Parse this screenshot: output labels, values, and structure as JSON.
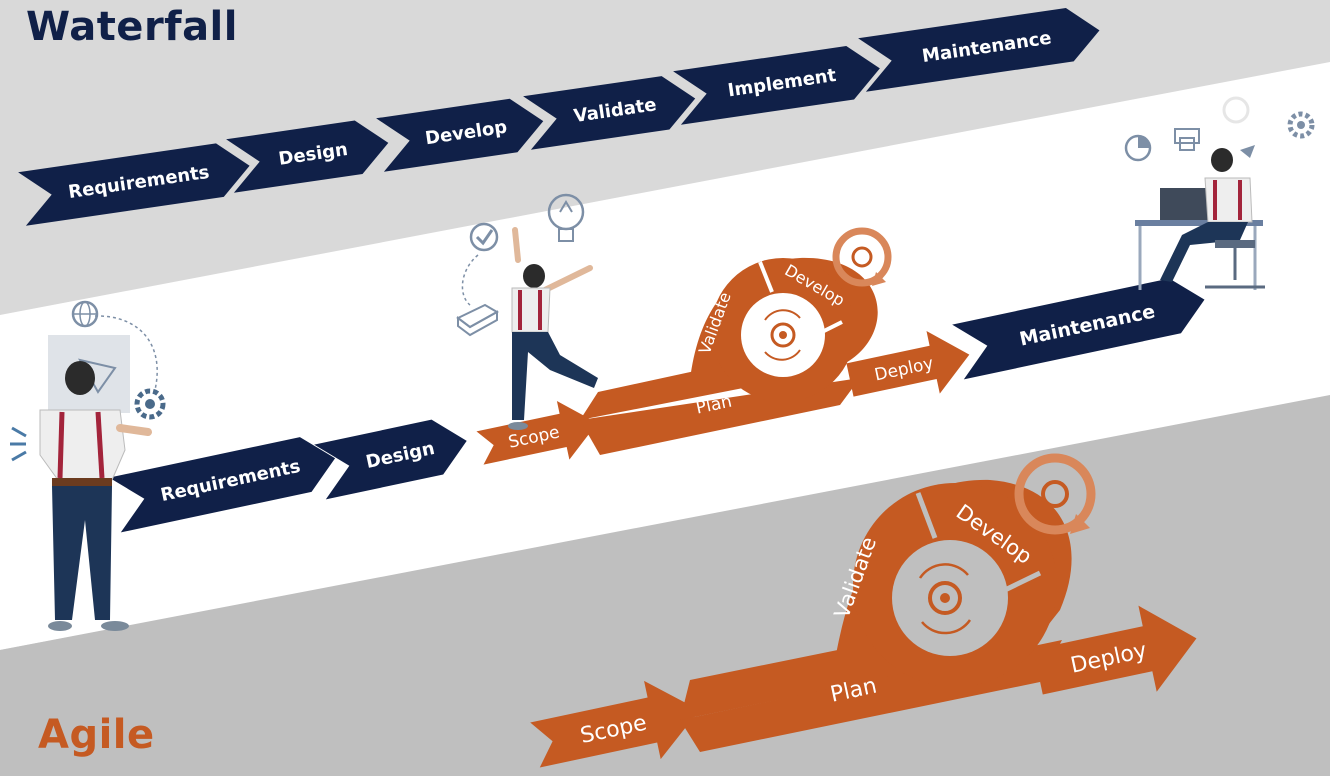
{
  "colors": {
    "navy": "#102048",
    "orange": "#c55a22",
    "orange_light": "#d9875a",
    "band_light": "#d9d9d9",
    "band_white": "#ffffff",
    "band_grey": "#bfbfbf"
  },
  "titles": {
    "waterfall": "Waterfall",
    "agile": "Agile"
  },
  "waterfall_top": {
    "steps": [
      "Requirements",
      "Design",
      "Develop",
      "Validate",
      "Implement",
      "Maintenance"
    ]
  },
  "hybrid": {
    "navy_steps": [
      "Requirements",
      "Design"
    ],
    "scope": "Scope",
    "plan": "Plan",
    "validate": "Validate",
    "develop": "Develop",
    "deploy": "Deploy",
    "maintenance": "Maintenance"
  },
  "agile_bottom": {
    "scope": "Scope",
    "plan": "Plan",
    "validate": "Validate",
    "develop": "Develop",
    "deploy": "Deploy"
  },
  "icons": [
    "globe-icon",
    "gear-icon",
    "checkmark-icon",
    "lightbulb-icon",
    "box-icon",
    "pie-chart-icon",
    "printer-icon",
    "refresh-cycle-icon"
  ]
}
